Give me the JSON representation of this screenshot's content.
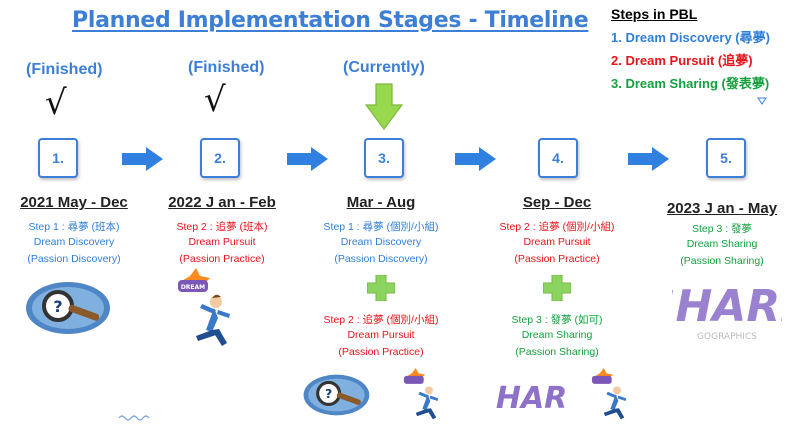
{
  "title": "Planned Implementation Stages - Timeline",
  "legend": {
    "heading": "Steps in PBL",
    "items": [
      {
        "label": "1. Dream Discovery (尋夢)",
        "color": "#2f7fd8"
      },
      {
        "label": "2. Dream Pursuit (追夢)",
        "color": "#e8141b"
      },
      {
        "label": "3. Dream Sharing (發表夢)",
        "color": "#13a13d"
      }
    ]
  },
  "statuses": {
    "s1": "(Finished)",
    "s2": "(Finished)",
    "s3": "(Currently)"
  },
  "stages": [
    {
      "num": "1.",
      "period": "2021 May - Dec",
      "a1": "Step 1 : 尋夢 (班本)",
      "a2": "Dream Discovery",
      "a3": "(Passion Discovery)"
    },
    {
      "num": "2.",
      "period": "2022 J an - Feb",
      "a1": "Step 2 : 追夢 (班本)",
      "a2": "Dream Pursuit",
      "a3": "(Passion Practice)"
    },
    {
      "num": "3.",
      "period": "Mar - Aug",
      "a1": "Step 1 : 尋夢 (個別/小組)",
      "a2": "Dream Discovery",
      "a3": "(Passion Discovery)",
      "b1": "Step 2 : 追夢 (個別/小組)",
      "b2": "Dream Pursuit",
      "b3": "(Passion Practice)"
    },
    {
      "num": "4.",
      "period": "Sep - Dec",
      "a1": "Step 2 : 追夢 (個別/小組)",
      "a2": "Dream Pursuit",
      "a3": "(Passion Practice)",
      "b1": "Step 3 : 發夢 (如可)",
      "b2": "Dream Sharing",
      "b3": "(Passion Sharing)"
    },
    {
      "num": "5.",
      "period": "2023 J an - May",
      "a1": "Step 3 : 發夢",
      "a2": "Dream Sharing",
      "a3": "(Passion Sharing)"
    }
  ],
  "images": {
    "dream_tag": "DREAM",
    "share_word": "SHARE",
    "share_sub": "GOGRAPHICS"
  },
  "colors": {
    "accent": "#3d7fd6",
    "arrow": "#2f80e0",
    "plus": "#8dd35f",
    "down_arrow": "#98d84f"
  }
}
